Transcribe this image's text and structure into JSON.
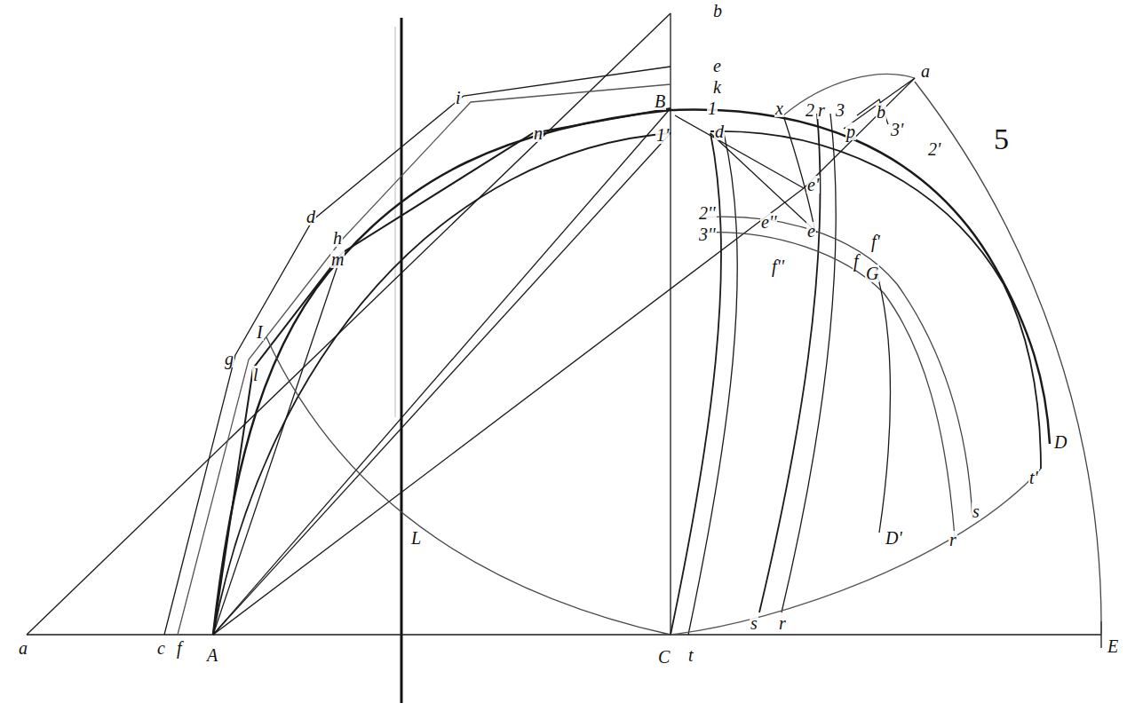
{
  "diagram": {
    "labels": [
      "b",
      "e",
      "a",
      "k",
      "B",
      "1",
      "i",
      "x",
      "2",
      "r",
      "3",
      "b",
      "3'",
      "n",
      "1'",
      "d",
      "p",
      "2'",
      "5",
      "e'",
      "d",
      "2''",
      "e''",
      "3''",
      "h",
      "e",
      "f'",
      "m",
      "f''",
      "f",
      "G",
      "I",
      "g",
      "l",
      "D",
      "t'",
      "s",
      "r",
      "L",
      "D'",
      "s",
      "r",
      "a",
      "c",
      "f",
      "E",
      "A",
      "C",
      "t"
    ]
  }
}
